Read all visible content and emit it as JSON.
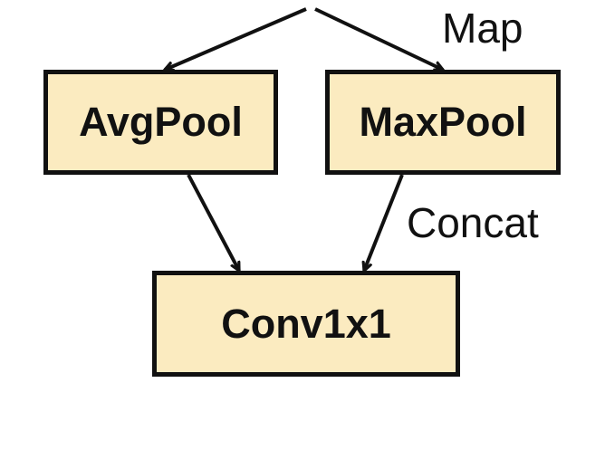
{
  "diagram": {
    "nodes": {
      "avgpool": {
        "label": "AvgPool"
      },
      "maxpool": {
        "label": "MaxPool"
      },
      "conv": {
        "label": "Conv1x1"
      }
    },
    "edge_labels": {
      "map": "Map",
      "concat": "Concat"
    },
    "colors": {
      "node_fill": "#FBEBC0",
      "stroke": "#111111",
      "text": "#111111"
    }
  }
}
